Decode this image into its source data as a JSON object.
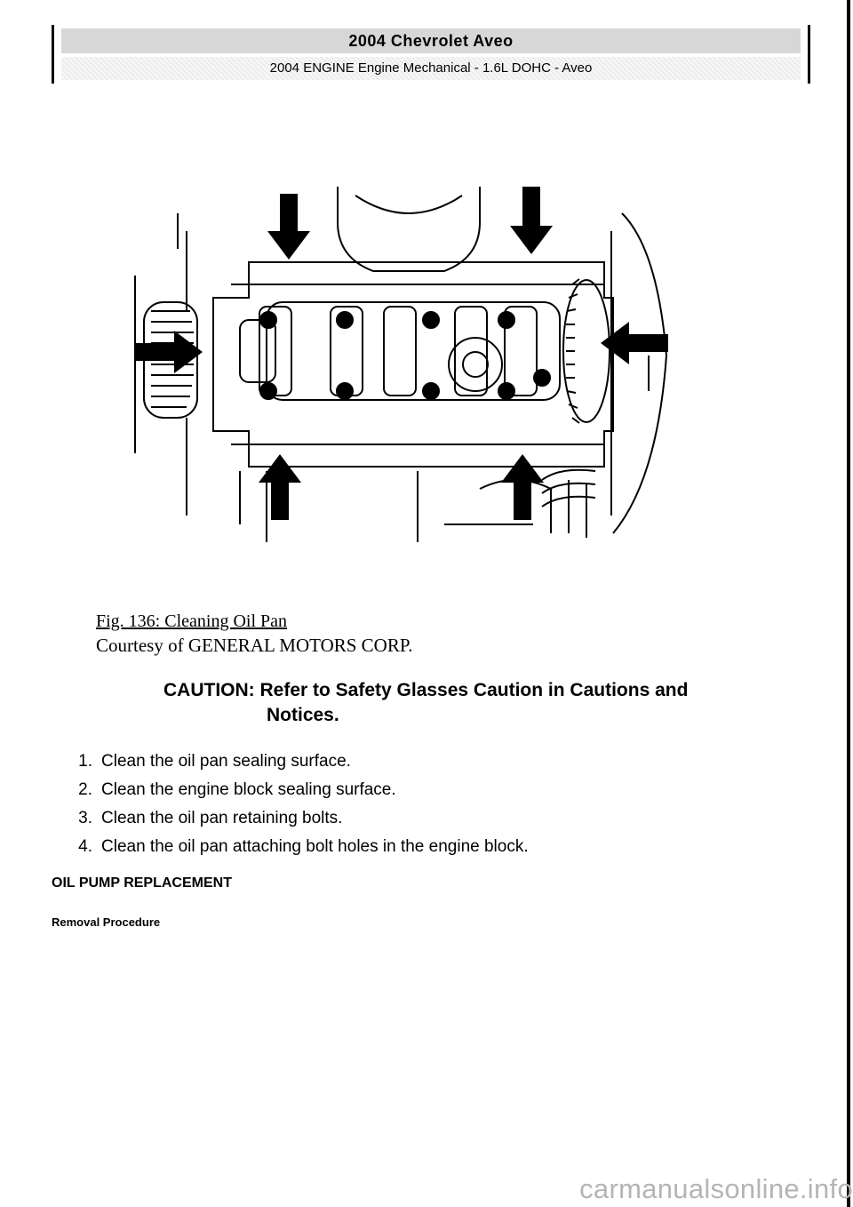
{
  "header": {
    "title": "2004 Chevrolet Aveo",
    "subtitle": "2004 ENGINE Engine Mechanical - 1.6L DOHC - Aveo"
  },
  "figure": {
    "caption": "Fig. 136: Cleaning Oil Pan",
    "credit": "Courtesy of GENERAL MOTORS CORP."
  },
  "caution": {
    "line1": "CAUTION: Refer to Safety Glasses Caution in Cautions and",
    "line2": "Notices."
  },
  "steps": [
    {
      "num": "1.",
      "text": "Clean the oil pan sealing surface."
    },
    {
      "num": "2.",
      "text": "Clean the engine block sealing surface."
    },
    {
      "num": "3.",
      "text": "Clean the oil pan retaining bolts."
    },
    {
      "num": "4.",
      "text": "Clean the oil pan attaching bolt holes in the engine block."
    }
  ],
  "section": {
    "title": "OIL PUMP REPLACEMENT",
    "subtitle": "Removal Procedure"
  },
  "watermark": "carmanualsonline.info"
}
